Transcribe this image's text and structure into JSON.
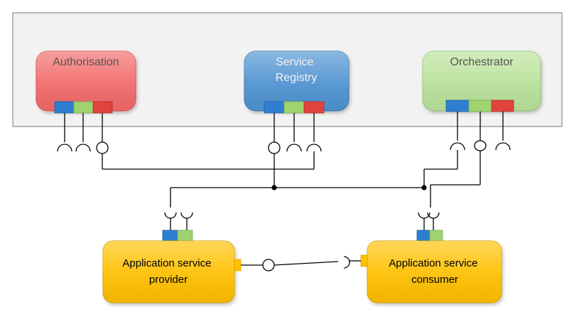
{
  "system": {
    "core_services": [
      {
        "key": "authorisation",
        "label_lines": [
          "Authorisation"
        ],
        "fill": "#f26b6b",
        "stroke": "#d94a4a"
      },
      {
        "key": "service-registry",
        "label_lines": [
          "Service",
          "Registry"
        ],
        "fill": "#4f93d2",
        "stroke": "#3a77b2"
      },
      {
        "key": "orchestrator",
        "label_lines": [
          "Orchestrator"
        ],
        "fill": "#b9e29a",
        "stroke": "#94c772"
      }
    ],
    "applications": [
      {
        "key": "application-service-provider",
        "label_lines": [
          "Application service",
          "provider"
        ],
        "fill": "#ffc000",
        "stroke": "#d9a300"
      },
      {
        "key": "application-service-consumer",
        "label_lines": [
          "Application service",
          "consumer"
        ],
        "fill": "#ffc000",
        "stroke": "#d9a300"
      }
    ]
  },
  "colors": {
    "port_blue": "#2f7fd1",
    "port_green": "#9fd36f",
    "port_red": "#e0433d",
    "line": "#000000",
    "panel_fill": "#f2f2f2",
    "panel_stroke": "#8c8c8c"
  }
}
